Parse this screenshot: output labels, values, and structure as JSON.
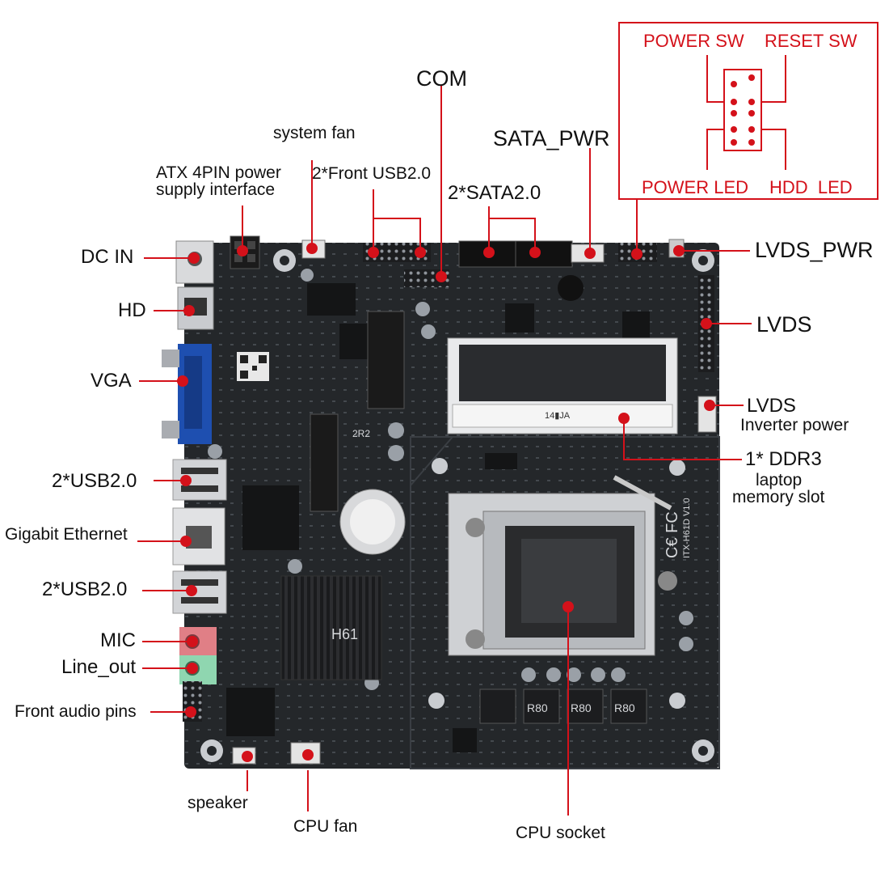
{
  "labels": {
    "dc_in": "DC IN",
    "hd": "HD",
    "vga": "VGA",
    "usb_top": "2*USB2.0",
    "gigabit": "Gigabit Ethernet",
    "usb_bottom": "2*USB2.0",
    "mic": "MIC",
    "line_out": "Line_out",
    "front_audio": "Front audio pins",
    "speaker": "speaker",
    "cpu_fan": "CPU fan",
    "cpu_socket": "CPU socket",
    "atx_line1": "ATX 4PIN power",
    "atx_line2": "supply interface",
    "system_fan": "system fan",
    "front_usb": "2*Front USB2.0",
    "com": "COM",
    "sata_pwr": "SATA_PWR",
    "sata": "2*SATA2.0",
    "lvds_pwr": "LVDS_PWR",
    "lvds": "LVDS",
    "lvds_inv_line1": "LVDS",
    "lvds_inv_line2": "Inverter power",
    "ddr3_line1": "1* DDR3",
    "ddr3_line2": "laptop",
    "ddr3_line3": "memory slot"
  },
  "switch_box": {
    "power_sw": "POWER SW",
    "reset_sw": "RESET SW",
    "power_led": "POWER LED",
    "hdd_led": "HDD  LED"
  },
  "board_marks": {
    "heatsink_chip": "H61",
    "mem_label": "14▮JA",
    "model": "ITX-H61D  V1.0",
    "cert": "C€  FC",
    "choke": "R80",
    "inductor": "2R2"
  },
  "colors": {
    "accent": "#d4111a",
    "board": "#24272a",
    "vga_blue": "#1e4fb0",
    "mic_pink": "#e07f86",
    "line_green": "#8fd6b0"
  }
}
